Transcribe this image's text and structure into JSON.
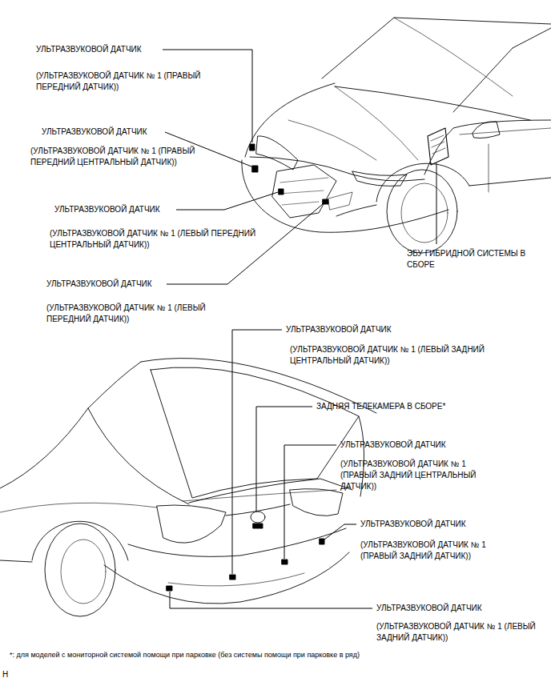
{
  "diagram": {
    "labels": [
      "УЛЬТРАЗВУКОВОЙ ДАТЧИК",
      "(УЛЬТРАЗВУКОВОЙ ДАТЧИК № 1 (ПРАВЫЙ ПЕРЕДНИЙ ДАТЧИК))",
      "УЛЬТРАЗВУКОВОЙ ДАТЧИК",
      "(УЛЬТРАЗВУКОВОЙ ДАТЧИК № 1 (ПРАВЫЙ ПЕРЕДНИЙ ЦЕНТРАЛЬНЫЙ ДАТЧИК))",
      "УЛЬТРАЗВУКОВОЙ ДАТЧИК",
      "(УЛЬТРАЗВУКОВОЙ ДАТЧИК № 1 (ЛЕВЫЙ ПЕРЕДНИЙ ЦЕНТРАЛЬНЫЙ ДАТЧИК))",
      "ЭБУ ГИБРИДНОЙ СИСТЕМЫ В СБОРЕ",
      "УЛЬТРАЗВУКОВОЙ ДАТЧИК",
      "(УЛЬТРАЗВУКОВОЙ ДАТЧИК № 1 (ЛЕВЫЙ ПЕРЕДНИЙ ДАТЧИК))",
      "УЛЬТРАЗВУКОВОЙ ДАТЧИК",
      "(УЛЬТРАЗВУКОВОЙ ДАТЧИК № 1 (ЛЕВЫЙ ЗАДНИЙ ЦЕНТРАЛЬНЫЙ ДАТЧИК))",
      "ЗАДНЯЯ ТЕЛЕКАМЕРА В СБОРЕ*",
      "УЛЬТРАЗВУКОВОЙ ДАТЧИК",
      "(УЛЬТРАЗВУКОВОЙ ДАТЧИК № 1 (ПРАВЫЙ ЗАДНИЙ ЦЕНТРАЛЬНЫЙ ДАТЧИК))",
      "УЛЬТРАЗВУКОВОЙ ДАТЧИК",
      "(УЛЬТРАЗВУКОВОЙ ДАТЧИК № 1 (ПРАВЫЙ ЗАДНИЙ ДАТЧИК))",
      "УЛЬТРАЗВУКОВОЙ ДАТЧИК",
      "(УЛЬТРАЗВУКОВОЙ ДАТЧИК № 1 (ЛЕВЫЙ ЗАДНИЙ ДАТЧИК))",
      "*: для моделей с мониторной системой помощи при парковке (без системы помощи при парковке в ряд)",
      "H"
    ]
  }
}
